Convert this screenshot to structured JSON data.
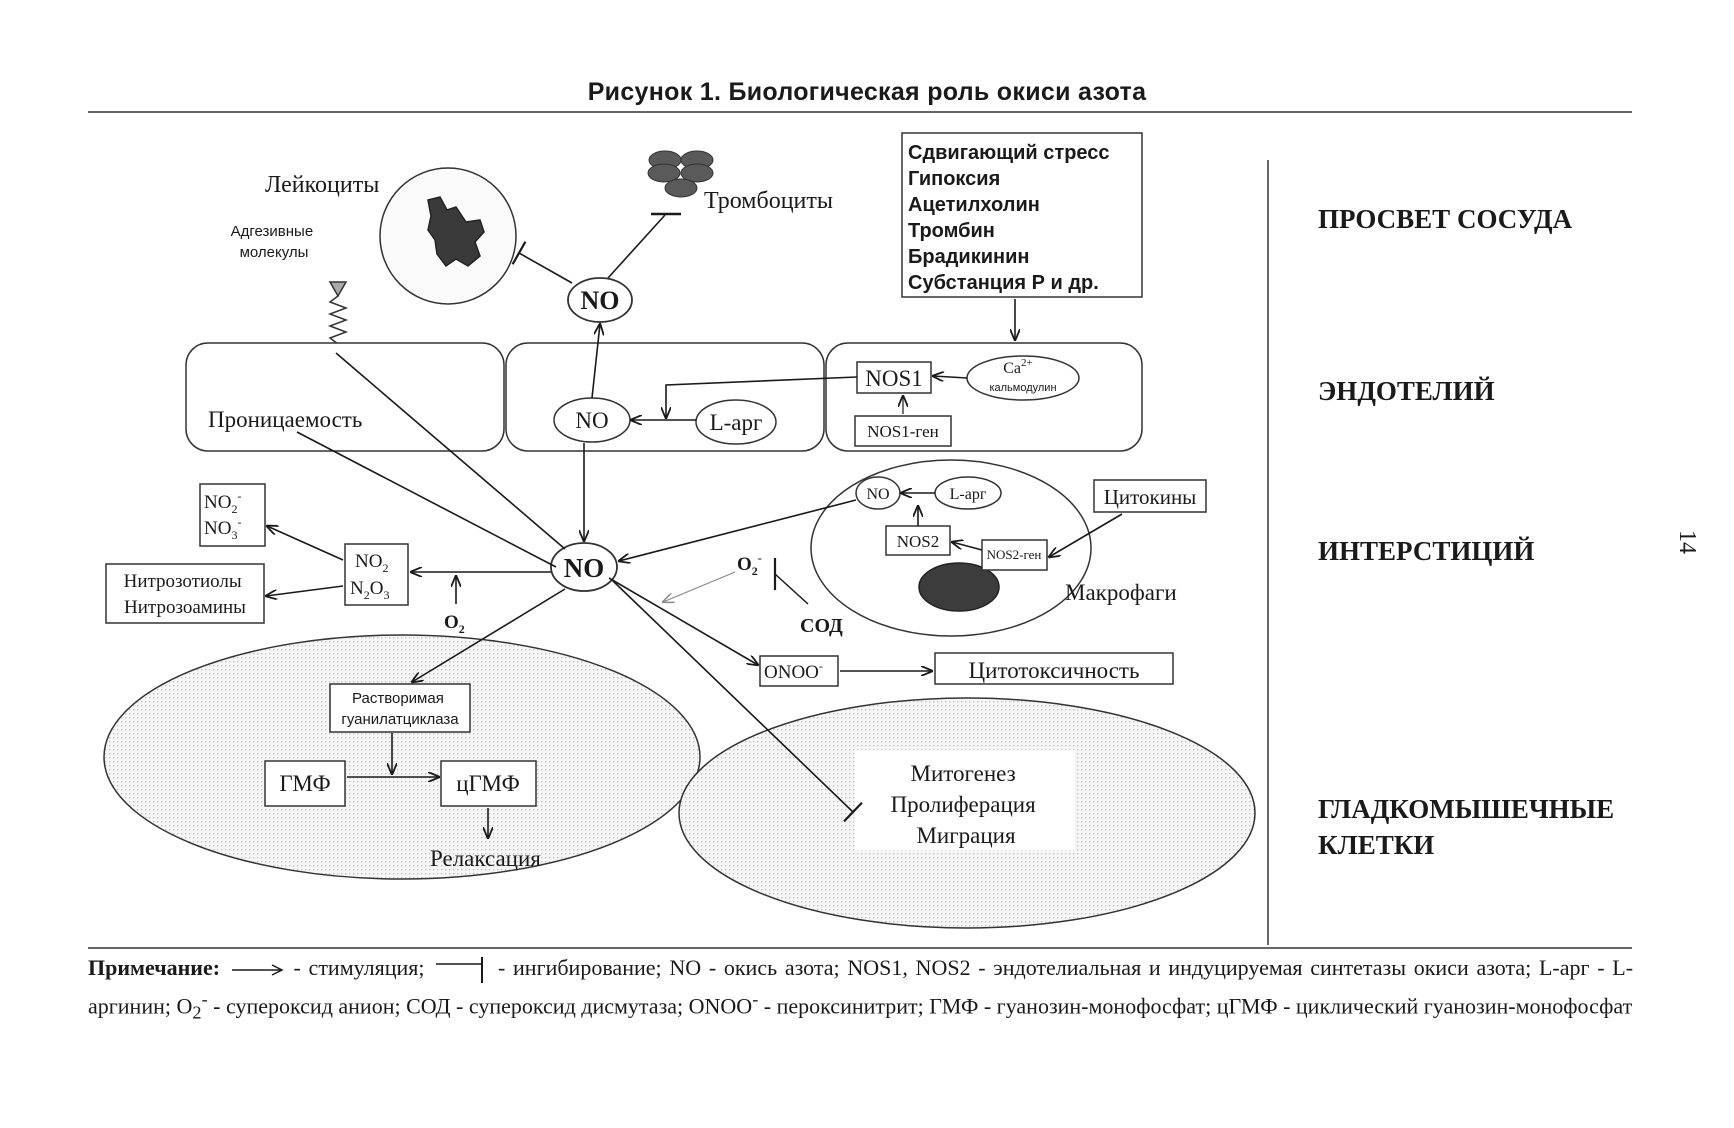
{
  "title": "Рисунок 1.  Биологическая роль окиси азота",
  "page_number": "14",
  "layers": {
    "lumen": "ПРОСВЕТ СОСУДА",
    "endothelium": "ЭНДОТЕЛИЙ",
    "interstitium": "ИНТЕРСТИЦИЙ",
    "smooth_muscle_line1": "ГЛАДКОМЫШЕЧНЫЕ",
    "smooth_muscle_line2": "КЛЕТКИ"
  },
  "lumen": {
    "leukocytes": "Лейкоциты",
    "adhesion_line1": "Адгезивные",
    "adhesion_line2": "молекулы",
    "platelets": "Тромбоциты",
    "no_top": "NO",
    "stimuli": [
      "Сдвигающий стресс",
      "Гипоксия",
      "Ацетилхолин",
      "Тромбин",
      "Брадикинин",
      "Субстанция Р и др."
    ]
  },
  "endothelium": {
    "permeability": "Проницаемость",
    "no": "NO",
    "larg": "L-арг",
    "nos1": "NOS1",
    "ca": "Ca",
    "ca_sup": "2+",
    "calmodulin": "кальмодулин",
    "nos1_gene": "NOS1-ген"
  },
  "interstitium": {
    "no_center": "NO",
    "no2": "NO",
    "no2_sub": "2",
    "no2_sup": "-",
    "no3": "NO",
    "no3_sub": "3",
    "no3_sup": "-",
    "nitro_line1": "Нитрозотиолы",
    "nitro_line2": "Нитрозоамины",
    "no2b": "NO",
    "no2b_sub": "2",
    "n2o3_a": "N",
    "n2o3_sub1": "2",
    "n2o3_b": "O",
    "n2o3_sub2": "3",
    "o2": "O",
    "o2_sub": "2",
    "superoxide": "O",
    "superoxide_sub": "2",
    "superoxide_sup": "-",
    "sod": "СОД",
    "onoo": "ONOO",
    "onoo_sup": "-",
    "cytotox": "Цитотоксичность",
    "mac_no": "NO",
    "mac_larg": "L-арг",
    "nos2": "NOS2",
    "nos2_gene": "NOS2-ген",
    "macrophages": "Макрофаги",
    "cytokines": "Цитокины"
  },
  "smooth": {
    "sgc_line1": "Растворимая",
    "sgc_line2": "гуанилатциклаза",
    "gmp": "ГМФ",
    "cgmp": "цГМФ",
    "relax": "Релаксация",
    "mito1": "Митогенез",
    "mito2": "Пролиферация",
    "mito3": "Миграция"
  },
  "note": {
    "label": "Примечание:",
    "stim": "- стимуляция;",
    "p1": "- ингибирование; NO - окись азота; NOS1, NOS2 - эндотелиальная и индуцируемая синтетазы окиси азота;  L-арг - L-аргинин; O",
    "p1_sub": "2",
    "p1_sup": "-",
    "p2": " - супероксид анион; СОД - супероксид дисмутаза; ONOO",
    "p2_sup": "-",
    "p3": " - пероксинитрит; ГМФ - гуанозин-монофосфат;  цГМФ - циклический гуанозин-монофосфат"
  }
}
